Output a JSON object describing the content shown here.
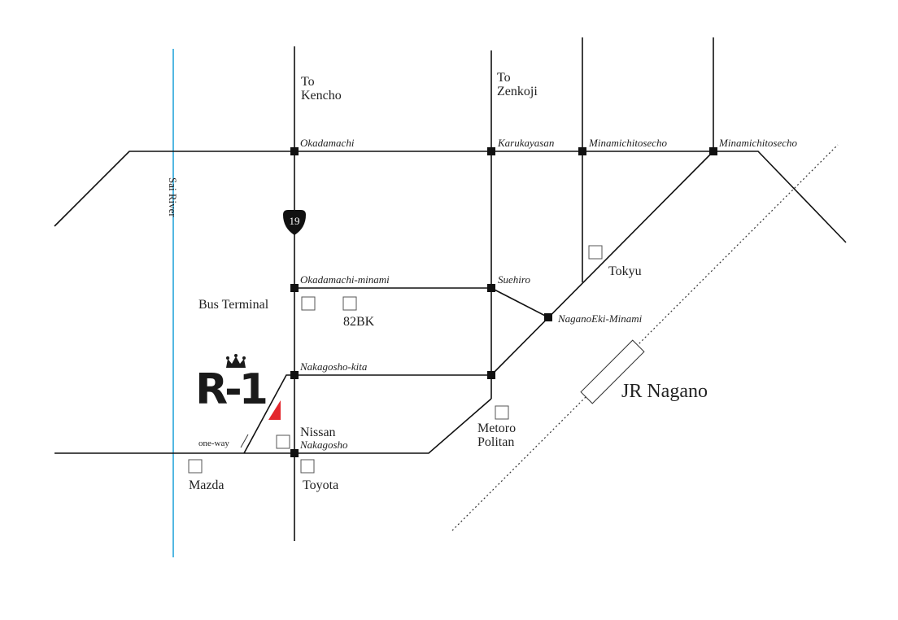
{
  "colors": {
    "road": "#111111",
    "river": "#1aa0d8",
    "rail": "#333333",
    "destination_marker": "#e3262d",
    "landmark_box": "#555555",
    "logo": "#1a1a1a"
  },
  "directions": {
    "kencho_to": "To",
    "kencho_name": "Kencho",
    "zenkoji_to": "To",
    "zenkoji_name": "Zenkoji"
  },
  "intersections": {
    "okadamachi": "Okadamachi",
    "karukayasan": "Karukayasan",
    "minamichitosecho_1": "Minamichitosecho",
    "minamichitosecho_2": "Minamichitosecho",
    "okadamachi_minami": "Okadamachi-minami",
    "suehiro": "Suehiro",
    "naganoeki_minami": "NaganoEki-Minami",
    "nakagosho_kita": "Nakagosho-kita",
    "nakagosho": "Nakagosho"
  },
  "landmarks": {
    "bus_terminal": "Bus Terminal",
    "bk82": "82BK",
    "tokyu": "Tokyu",
    "metoro_line1": "Metoro",
    "metoro_line2": "Politan",
    "nissan": "Nissan",
    "toyota": "Toyota",
    "mazda": "Mazda",
    "jr_nagano": "JR Nagano"
  },
  "river": {
    "name": "Sai River"
  },
  "route_sign": {
    "number": "19"
  },
  "notes": {
    "one_way": "one-way"
  },
  "logo": {
    "text": "R-1"
  }
}
